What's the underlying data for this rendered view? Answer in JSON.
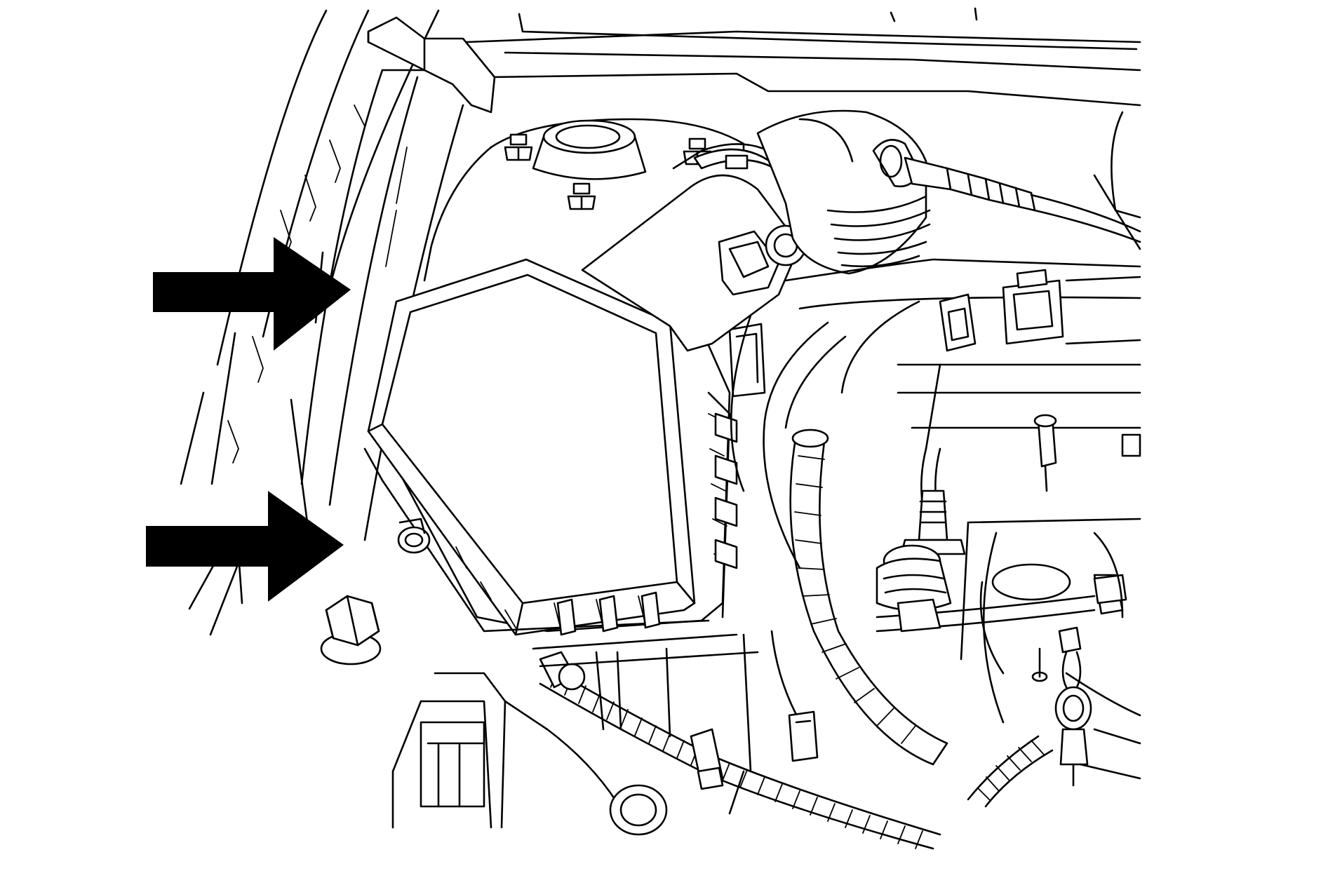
{
  "figure": {
    "line_color": "#000000",
    "background_color": "#ffffff",
    "callouts": [
      {
        "name": "upper-arrow",
        "direction": "right",
        "icon": "arrow-right-icon"
      },
      {
        "name": "lower-arrow",
        "direction": "right",
        "icon": "arrow-right-icon"
      }
    ]
  }
}
